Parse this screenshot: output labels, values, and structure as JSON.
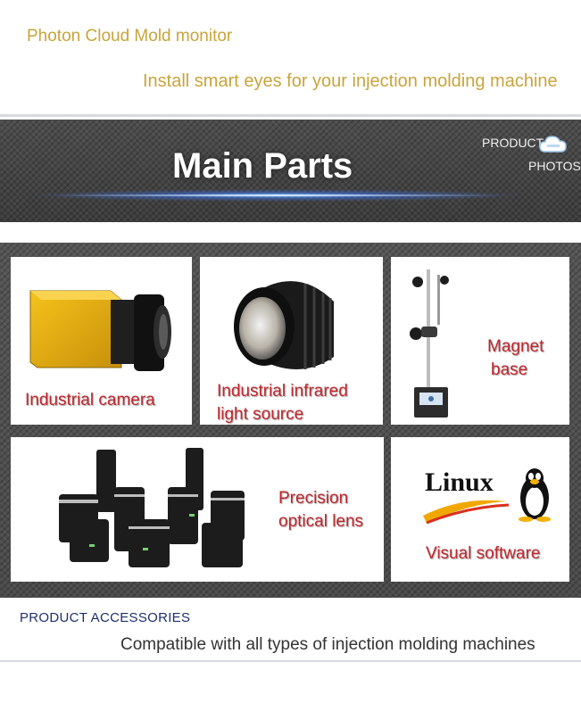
{
  "header": {
    "brand_title": "Photon Cloud Mold monitor",
    "tagline": "Install smart eyes for your injection molding machine"
  },
  "banner": {
    "title": "Main Parts",
    "side_label_line1": "PRODUCT",
    "side_label_line2": "PHOTOS"
  },
  "parts": [
    {
      "label": "Industrial camera"
    },
    {
      "label_line1": "Industrial infrared",
      "label_line2": "light source"
    },
    {
      "label_line1": "Magnet",
      "label_line2": "base"
    },
    {
      "label_line1": "Precision",
      "label_line2": "optical lens"
    },
    {
      "label": "Visual software",
      "logo_text": "Linux"
    }
  ],
  "footer": {
    "title": "PRODUCT ACCESSORIES",
    "tagline": "Compatible with all types of injection molding machines"
  },
  "colors": {
    "gold_text": "#c9a43a",
    "label_red": "#c1272d",
    "navy": "#1f2f6e"
  }
}
